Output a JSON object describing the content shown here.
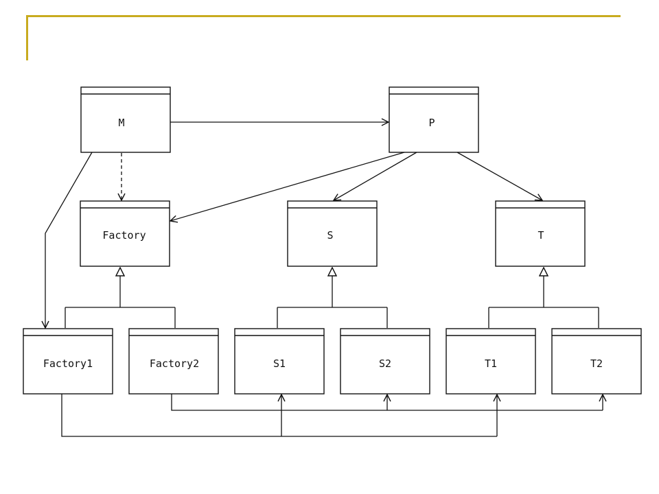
{
  "slide": {
    "accent_color": "#c8ab1f"
  },
  "diagram": {
    "classes": {
      "m": "M",
      "p": "P",
      "factory": "Factory",
      "s": "S",
      "t": "T",
      "factory1": "Factory1",
      "factory2": "Factory2",
      "s1": "S1",
      "s2": "S2",
      "t1": "T1",
      "t2": "T2"
    },
    "relations": [
      {
        "from": "M",
        "to": "P",
        "kind": "association"
      },
      {
        "from": "M",
        "to": "Factory",
        "kind": "dependency"
      },
      {
        "from": "M",
        "to": "Factory1",
        "kind": "association"
      },
      {
        "from": "P",
        "to": "Factory",
        "kind": "association"
      },
      {
        "from": "P",
        "to": "S",
        "kind": "association"
      },
      {
        "from": "P",
        "to": "T",
        "kind": "association"
      },
      {
        "from": "Factory1",
        "to": "Factory",
        "kind": "inheritance"
      },
      {
        "from": "Factory2",
        "to": "Factory",
        "kind": "inheritance"
      },
      {
        "from": "S1",
        "to": "S",
        "kind": "inheritance"
      },
      {
        "from": "S2",
        "to": "S",
        "kind": "inheritance"
      },
      {
        "from": "T1",
        "to": "T",
        "kind": "inheritance"
      },
      {
        "from": "T2",
        "to": "T",
        "kind": "inheritance"
      },
      {
        "from": "Factory1",
        "to": "S1",
        "kind": "creates"
      },
      {
        "from": "Factory1",
        "to": "T1",
        "kind": "creates"
      },
      {
        "from": "Factory2",
        "to": "S2",
        "kind": "creates"
      },
      {
        "from": "Factory2",
        "to": "T2",
        "kind": "creates"
      }
    ]
  }
}
